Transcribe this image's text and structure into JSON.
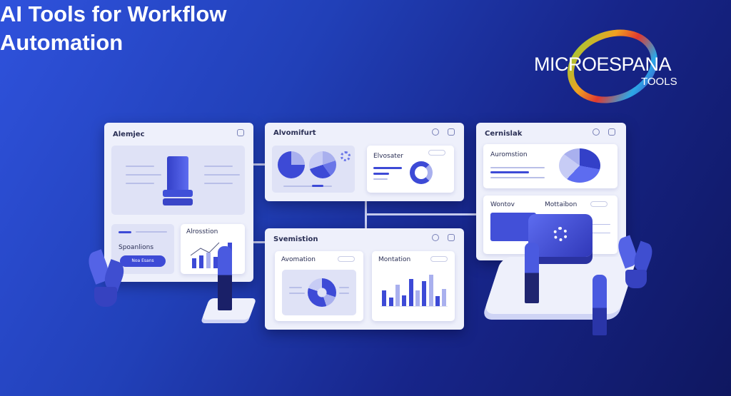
{
  "headline": {
    "line1": "AI Tools for Workflow",
    "line2": "Automation"
  },
  "logo": {
    "name": "MICROESPANA",
    "tagline": "TOOLS"
  },
  "panels": {
    "left": {
      "title": "Alemjec",
      "subtitle": "Spoanlions",
      "button": "Noa Esans",
      "chart_title": "Alrosstion"
    },
    "top_middle": {
      "title": "Alvomifurt",
      "card_title": "Elvosater"
    },
    "bottom_middle": {
      "title": "Svemistion",
      "card1_title": "Avomation",
      "card2_title": "Montation"
    },
    "right": {
      "title": "Cernislak",
      "card_title": "Auromstion",
      "card2_left": "Wontov",
      "card2_right": "Mottaibon"
    }
  },
  "colors": {
    "accent": "#3d4ad6",
    "light": "#a9b0ee",
    "bg": "#1f36b0"
  }
}
